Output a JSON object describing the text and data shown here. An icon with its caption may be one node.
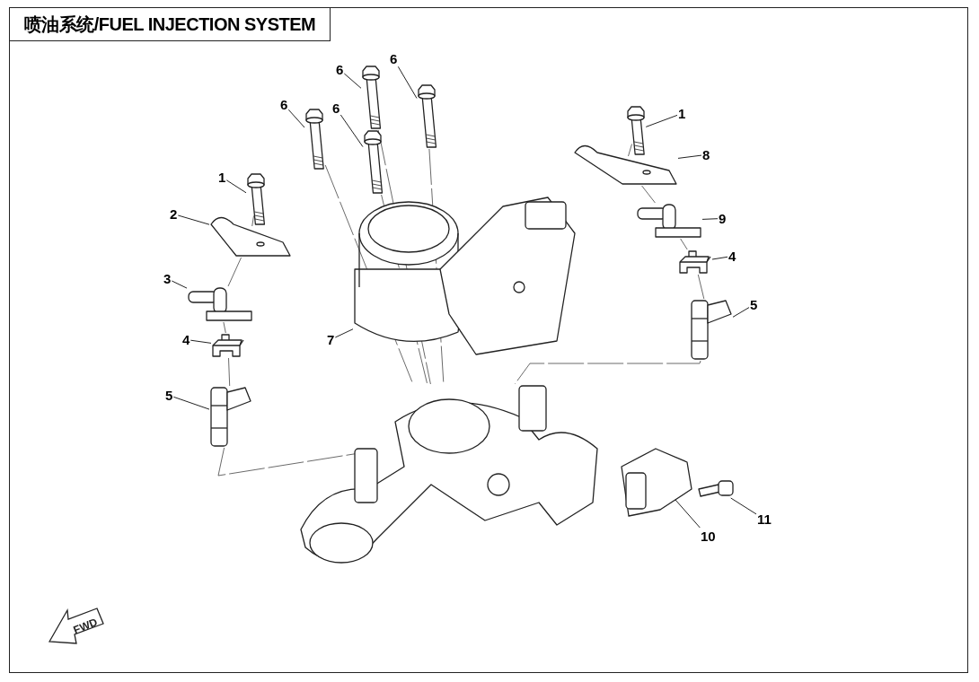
{
  "diagram": {
    "title": "喷油系统/FUEL INJECTION SYSTEM",
    "nodes": [
      {
        "text": [
          "6"
        ]
      },
      {
        "text": [
          "6"
        ]
      },
      {
        "text": [
          "6"
        ]
      },
      {
        "text": [
          "6"
        ]
      },
      {
        "text": [
          "1"
        ]
      },
      {
        "text": [
          "1"
        ]
      },
      {
        "text": [
          "8"
        ]
      },
      {
        "text": [
          "2"
        ]
      },
      {
        "text": [
          "9"
        ]
      },
      {
        "text": [
          "4"
        ]
      },
      {
        "text": [
          "3"
        ]
      },
      {
        "text": [
          "5"
        ]
      },
      {
        "text": [
          "7"
        ]
      },
      {
        "text": [
          "4"
        ]
      },
      {
        "text": [
          "5"
        ]
      },
      {
        "text": [
          "11"
        ]
      },
      {
        "text": [
          "10"
        ]
      },
      {
        "text": [],
        "shape": "picture"
      },
      {
        "text": [],
        "shape": "picture"
      },
      {
        "text": [],
        "shape": "picture"
      },
      {
        "text": [],
        "shape": "picture"
      },
      {
        "text": [],
        "shape": "picture"
      },
      {
        "text": [],
        "shape": "picture"
      },
      {
        "text": [],
        "shape": "picture"
      },
      {
        "text": [],
        "shape": "picture"
      },
      {
        "text": [],
        "shape": "picture"
      },
      {
        "text": [],
        "shape": "picture"
      },
      {
        "text": [],
        "shape": "picture"
      },
      {
        "text": [],
        "shape": "picture"
      },
      {
        "text": [],
        "shape": "picture"
      },
      {
        "text": [],
        "shape": "picture"
      },
      {
        "text": [],
        "shape": "picture"
      },
      {
        "text": [],
        "shape": "picture"
      },
      {
        "text": [],
        "shape": "picture"
      },
      {
        "text": [],
        "shape": "picture"
      }
    ],
    "edges": [
      {
        "from": 0,
        "to": 20,
        "arrow": "none"
      },
      {
        "from": 1,
        "to": 21,
        "arrow": "none"
      },
      {
        "from": 2,
        "to": 17,
        "arrow": "none"
      },
      {
        "from": 3,
        "to": 18,
        "arrow": "none"
      },
      {
        "from": 4,
        "to": 23,
        "arrow": "none"
      },
      {
        "from": 5,
        "to": 19,
        "arrow": "none"
      },
      {
        "from": 6,
        "to": 22,
        "arrow": "none"
      },
      {
        "from": 7,
        "to": 25,
        "arrow": "none"
      },
      {
        "from": 8,
        "to": 24,
        "arrow": "none"
      },
      {
        "from": 9,
        "to": 27,
        "arrow": "none"
      },
      {
        "from": 10,
        "to": 28,
        "arrow": "none"
      },
      {
        "from": 11,
        "to": 29,
        "arrow": "none"
      },
      {
        "from": 12,
        "to": 26,
        "arrow": "none"
      },
      {
        "from": 13,
        "to": 30,
        "arrow": "none"
      },
      {
        "from": 14,
        "to": 31,
        "arrow": "none"
      },
      {
        "from": 15,
        "to": 34,
        "arrow": "none"
      },
      {
        "from": 16,
        "to": 33,
        "arrow": "none"
      },
      {
        "from": 17,
        "to": 32,
        "arrow": "none",
        "style": "dashed"
      },
      {
        "from": 18,
        "to": 32,
        "arrow": "none",
        "style": "dashed"
      },
      {
        "from": 20,
        "to": 32,
        "arrow": "none",
        "style": "dashed"
      },
      {
        "from": 21,
        "to": 32,
        "arrow": "none",
        "style": "dashed"
      },
      {
        "from": 23,
        "to": 25,
        "arrow": "none",
        "style": "dashed"
      },
      {
        "from": 25,
        "to": 28,
        "arrow": "none",
        "style": "dashed"
      },
      {
        "from": 28,
        "to": 30,
        "arrow": "none",
        "style": "dashed"
      },
      {
        "from": 30,
        "to": 31,
        "arrow": "none",
        "style": "dashed"
      },
      {
        "from": 31,
        "to": 32,
        "arrow": "none",
        "style": "dashed"
      },
      {
        "from": 19,
        "to": 22,
        "arrow": "none",
        "style": "dashed"
      },
      {
        "from": 22,
        "to": 24,
        "arrow": "none",
        "style": "dashed"
      },
      {
        "from": 24,
        "to": 27,
        "arrow": "none",
        "style": "dashed"
      },
      {
        "from": 27,
        "to": 29,
        "arrow": "none",
        "style": "dashed"
      },
      {
        "from": 29,
        "to": 32,
        "arrow": "none",
        "style": "dashed"
      }
    ],
    "labels": [
      "FWD"
    ]
  }
}
